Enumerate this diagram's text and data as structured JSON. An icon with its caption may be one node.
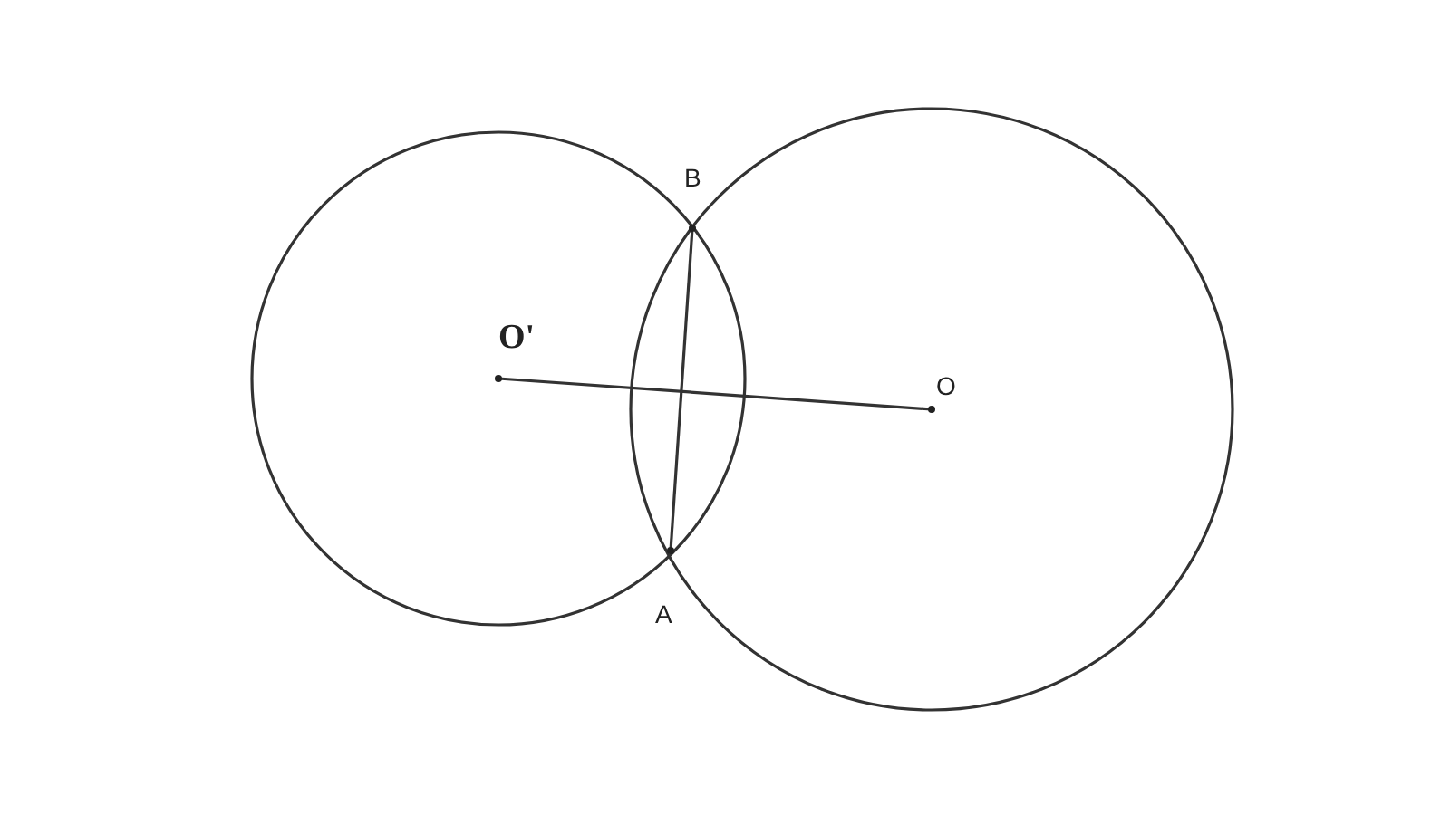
{
  "diagram": {
    "nodes": [
      {
        "text": [],
        "shape": "circle"
      },
      {
        "text": [],
        "shape": "circle"
      },
      {
        "text": [
          "B"
        ]
      },
      {
        "text": [
          "O'"
        ],
        "in": 0
      },
      {
        "text": [
          "O"
        ],
        "in": 1
      },
      {
        "text": [
          "A"
        ]
      }
    ],
    "edges": [
      {
        "from": 3,
        "to": 4,
        "arrow": "none"
      },
      {
        "from": 5,
        "to": 2,
        "arrow": "none"
      }
    ]
  }
}
